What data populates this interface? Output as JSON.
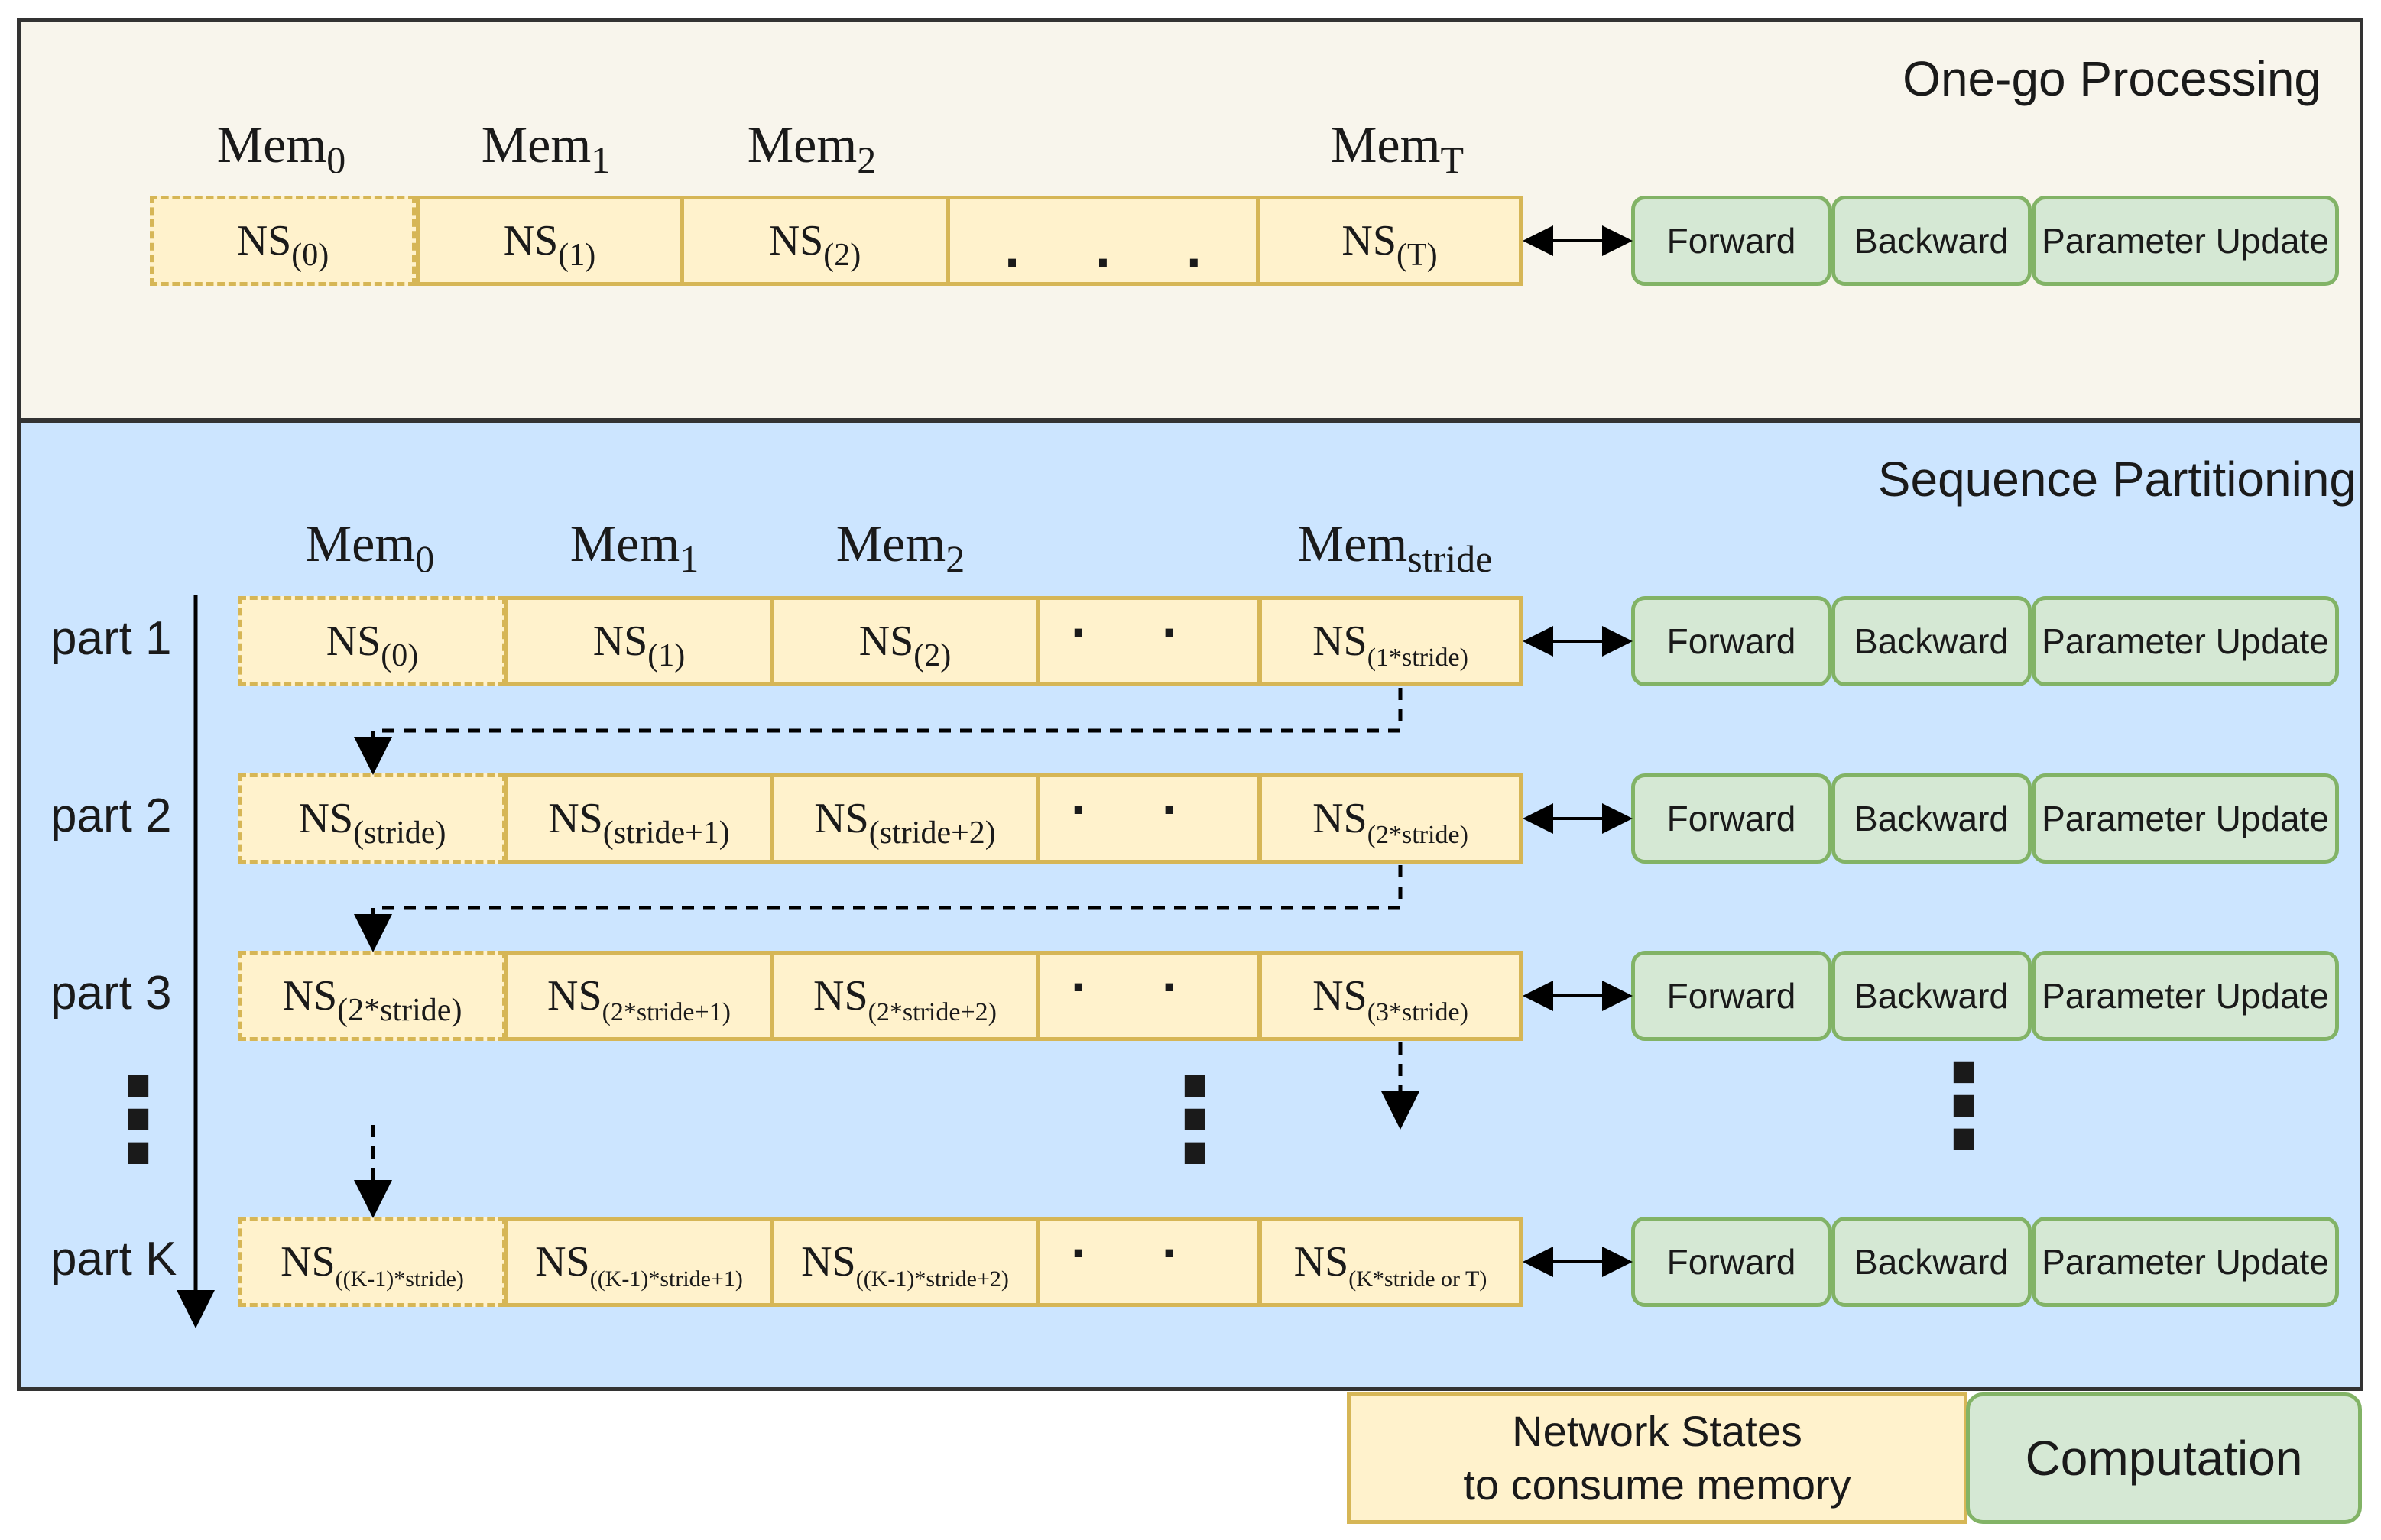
{
  "top_panel": {
    "title": "One-go Processing",
    "mem_labels": [
      {
        "base": "Mem",
        "sub": "0"
      },
      {
        "base": "Mem",
        "sub": "1"
      },
      {
        "base": "Mem",
        "sub": "2"
      },
      {
        "base": "Mem",
        "sub": "T"
      }
    ],
    "cells": [
      {
        "base": "NS",
        "sub": "(0)"
      },
      {
        "base": "NS",
        "sub": "(1)"
      },
      {
        "base": "NS",
        "sub": "(2)"
      },
      {
        "ellipsis": ". . ."
      },
      {
        "base": "NS",
        "sub": "(T)"
      }
    ],
    "computation": [
      "Forward",
      "Backward",
      "Parameter Update"
    ]
  },
  "bottom_panel": {
    "title": "Sequence Partitioning",
    "mem_labels": [
      {
        "base": "Mem",
        "sub": "0"
      },
      {
        "base": "Mem",
        "sub": "1"
      },
      {
        "base": "Mem",
        "sub": "2"
      },
      {
        "base": "Mem",
        "sub": "stride"
      }
    ],
    "parts": [
      {
        "label": "part 1",
        "cells": [
          {
            "base": "NS",
            "sub": "(0)"
          },
          {
            "base": "NS",
            "sub": "(1)"
          },
          {
            "base": "NS",
            "sub": "(2)"
          },
          {
            "ellipsis": ". . ."
          },
          {
            "base": "NS",
            "sub": "(1*stride)"
          }
        ],
        "computation": [
          "Forward",
          "Backward",
          "Parameter Update"
        ]
      },
      {
        "label": "part 2",
        "cells": [
          {
            "base": "NS",
            "sub": "(stride)"
          },
          {
            "base": "NS",
            "sub": "(stride+1)"
          },
          {
            "base": "NS",
            "sub": "(stride+2)"
          },
          {
            "ellipsis": ". . ."
          },
          {
            "base": "NS",
            "sub": "(2*stride)"
          }
        ],
        "computation": [
          "Forward",
          "Backward",
          "Parameter Update"
        ]
      },
      {
        "label": "part 3",
        "cells": [
          {
            "base": "NS",
            "sub": "(2*stride)"
          },
          {
            "base": "NS",
            "sub": "(2*stride+1)"
          },
          {
            "base": "NS",
            "sub": "(2*stride+2)"
          },
          {
            "ellipsis": ". . ."
          },
          {
            "base": "NS",
            "sub": "(3*stride)"
          }
        ],
        "computation": [
          "Forward",
          "Backward",
          "Parameter Update"
        ]
      },
      {
        "label": "part K",
        "cells": [
          {
            "base": "NS",
            "sub": "((K-1)*stride)"
          },
          {
            "base": "NS",
            "sub": "((K-1)*stride+1)"
          },
          {
            "base": "NS",
            "sub": "((K-1)*stride+2)"
          },
          {
            "ellipsis": ". . ."
          },
          {
            "base": "NS",
            "sub": "(K*stride or T)"
          }
        ],
        "computation": [
          "Forward",
          "Backward",
          "Parameter Update"
        ]
      }
    ],
    "vertical_dots": "⋮"
  },
  "legend": {
    "memory_line1": "Network States",
    "memory_line2": "to consume memory",
    "computation": "Computation"
  },
  "colors": {
    "top_panel_bg": "#f8f5ec",
    "bottom_panel_bg": "#cce5ff",
    "memory_fill": "#fff2cc",
    "memory_border": "#d6b656",
    "computation_fill": "#d5e8d4",
    "computation_border": "#82b366"
  }
}
